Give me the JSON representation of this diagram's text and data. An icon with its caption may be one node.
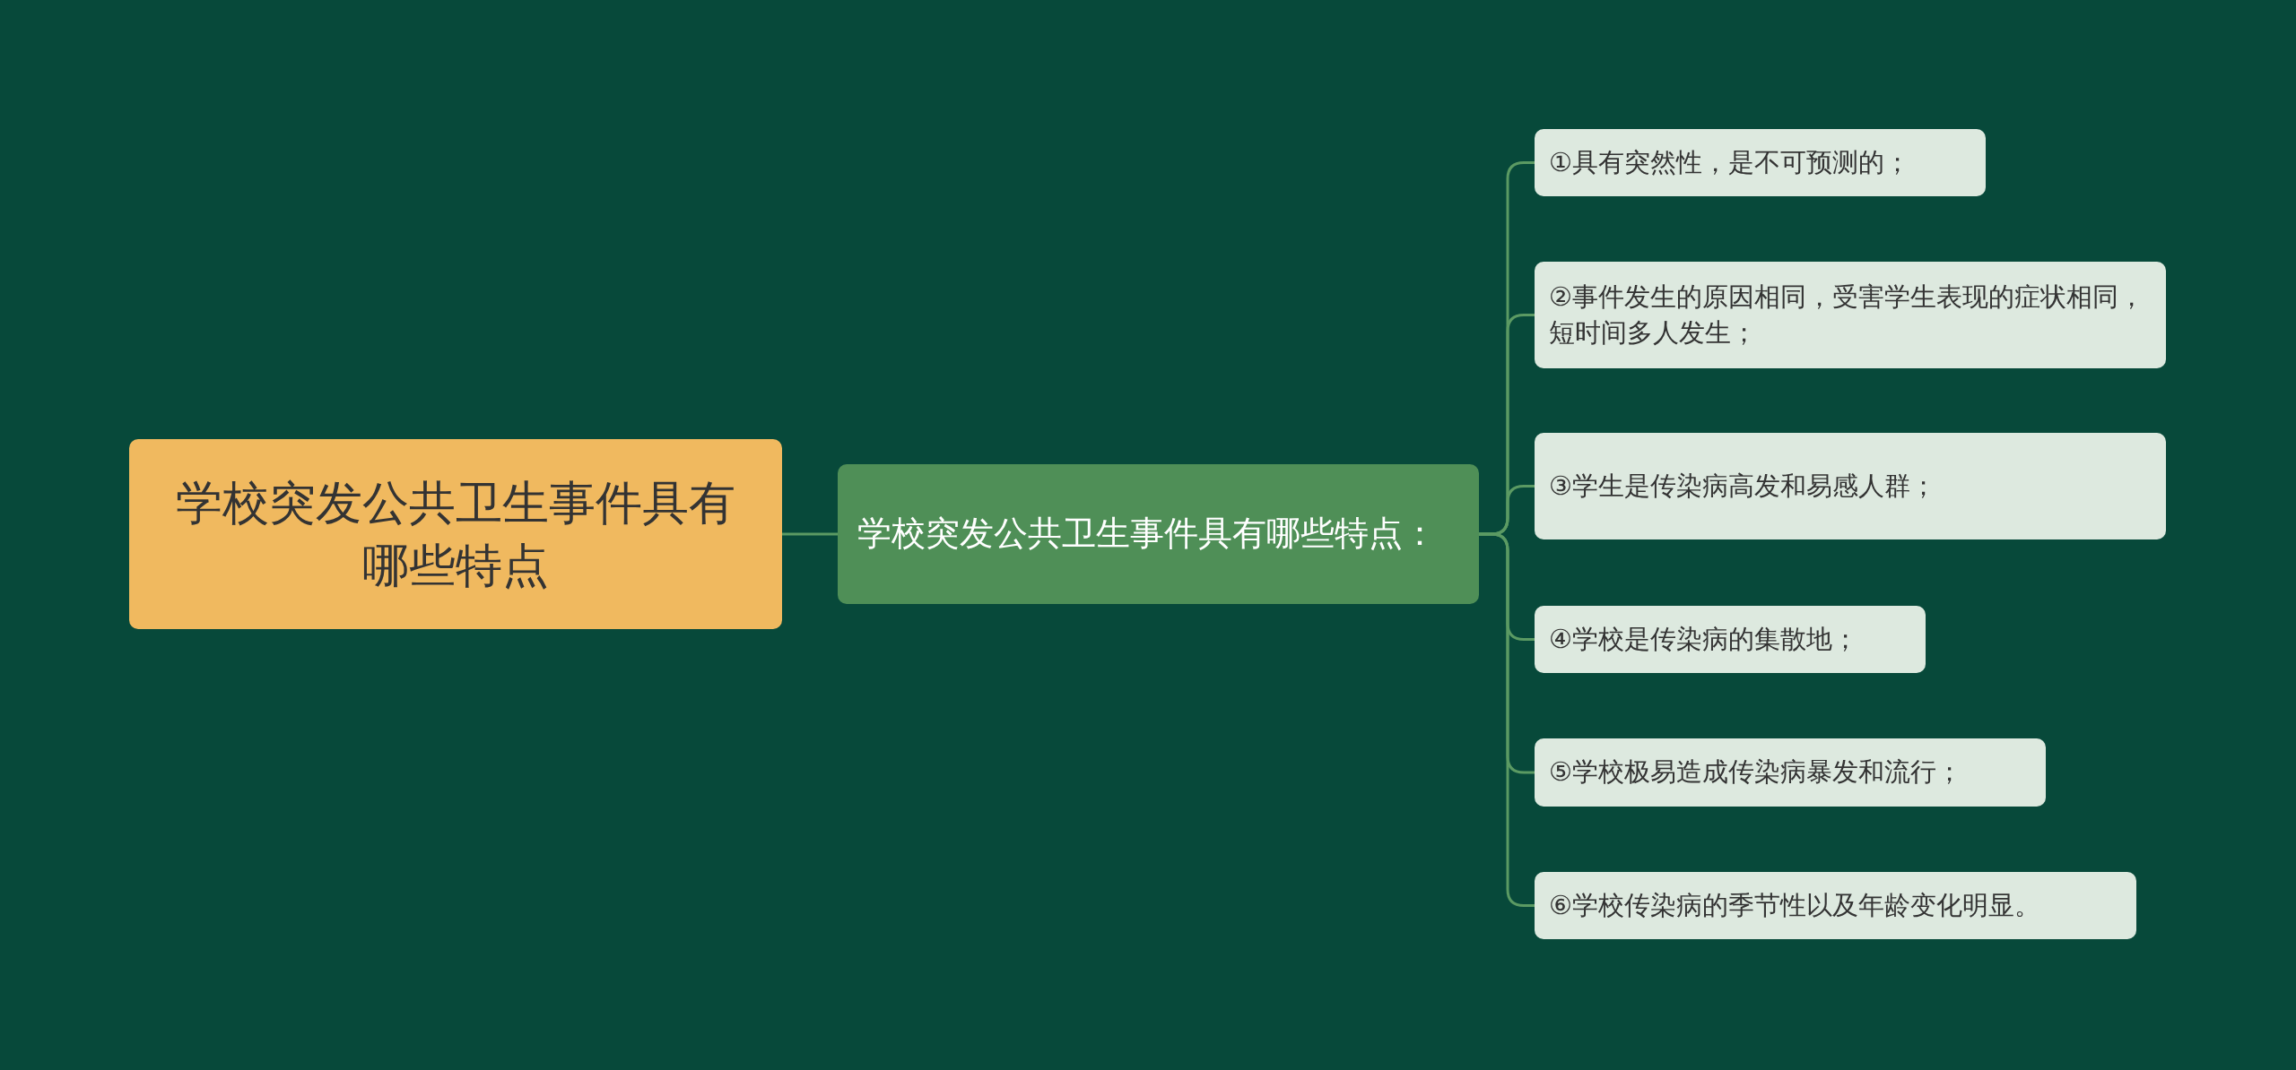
{
  "diagram": {
    "nodes": [
      {
        "text": [
          "学校突发公共卫生事件具有哪些特点"
        ]
      },
      {
        "text": [
          "学校突发公共卫生事件具有哪些特点："
        ]
      },
      {
        "text": [
          "①具有突然性，是不可预测的；"
        ]
      },
      {
        "text": [
          "②事件发生的原因相同，受害学生表现的症状相同，短时间多人发生；"
        ]
      },
      {
        "text": [
          "③学生是传染病高发和易感人群；"
        ]
      },
      {
        "text": [
          "④学校是传染病的集散地；"
        ]
      },
      {
        "text": [
          "⑤学校极易造成传染病暴发和流行；"
        ]
      },
      {
        "text": [
          "⑥学校传染病的季节性以及年龄变化明显。"
        ]
      }
    ],
    "edges": [
      {
        "from": 0,
        "to": 1,
        "arrow": "none"
      },
      {
        "from": 1,
        "to": 2,
        "arrow": "none"
      },
      {
        "from": 1,
        "to": 3,
        "arrow": "none"
      },
      {
        "from": 1,
        "to": 4,
        "arrow": "none"
      },
      {
        "from": 1,
        "to": 5,
        "arrow": "none"
      },
      {
        "from": 1,
        "to": 6,
        "arrow": "none"
      },
      {
        "from": 1,
        "to": 7,
        "arrow": "none"
      }
    ]
  }
}
